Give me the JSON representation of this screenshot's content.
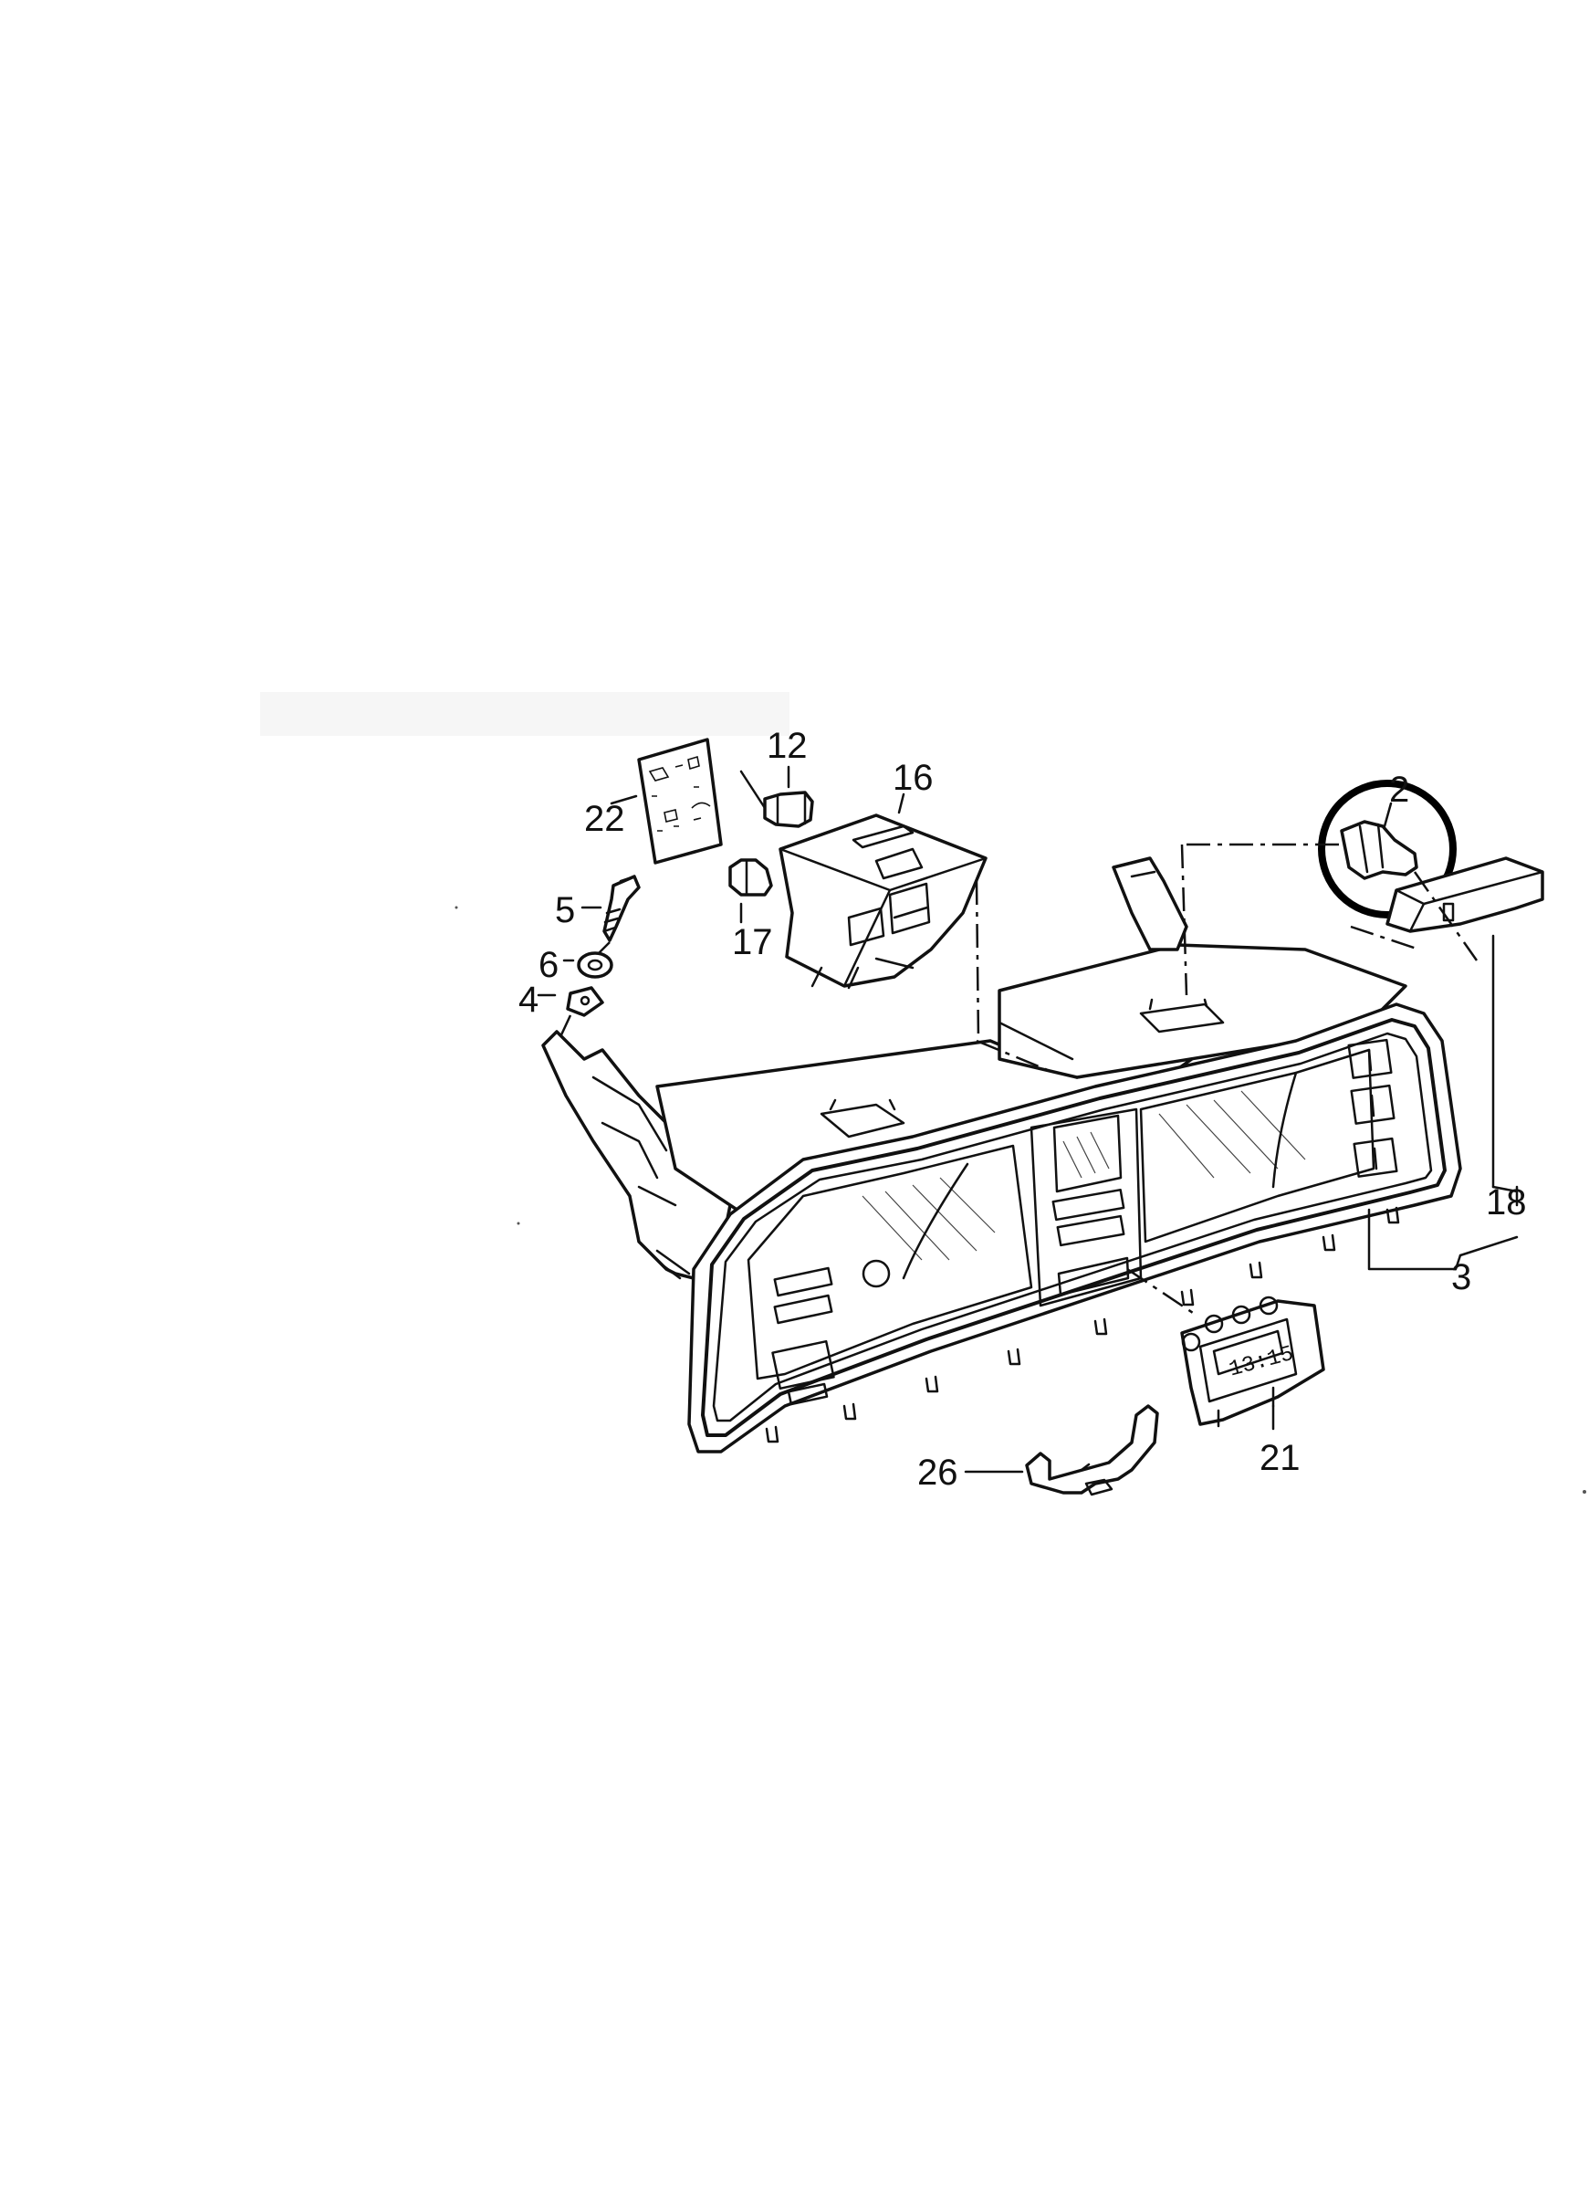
{
  "labels": {
    "l2": "2",
    "l3": "3",
    "l4": "4",
    "l5": "5",
    "l6": "6",
    "l12": "12",
    "l16": "16",
    "l17": "17",
    "l18": "18",
    "l21": "21",
    "l22": "22",
    "l26": "26"
  },
  "highlight": {
    "part": "2",
    "shape": "circle"
  },
  "clock_display": "13:15"
}
